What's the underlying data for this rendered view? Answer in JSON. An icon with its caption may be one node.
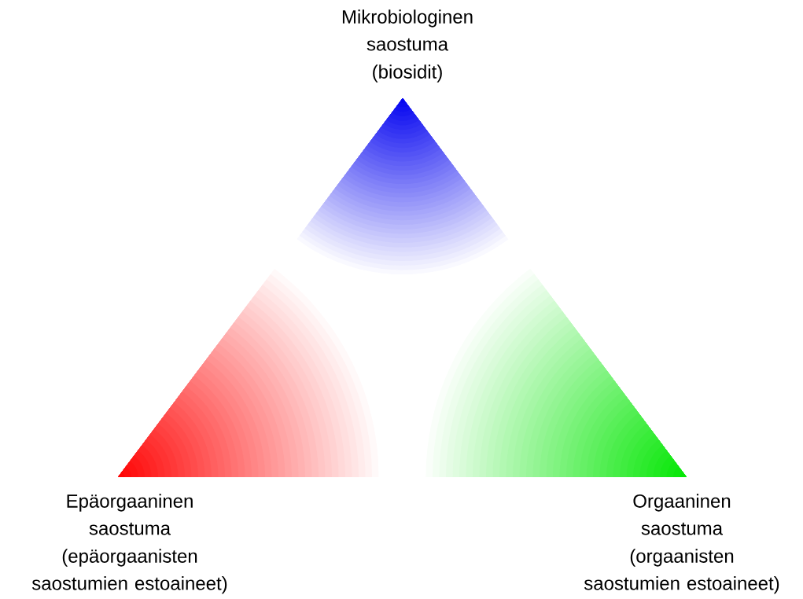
{
  "diagram": {
    "labels": [
      "Mikrobiologinen saostuma",
      "(biosidit)",
      "Epäorgaaninen saostuma",
      "(epäorgaanisten saostumien estoaineet)",
      "Orgaaninen saostuma",
      "(orgaanisten saostumien estoaineet)"
    ]
  }
}
